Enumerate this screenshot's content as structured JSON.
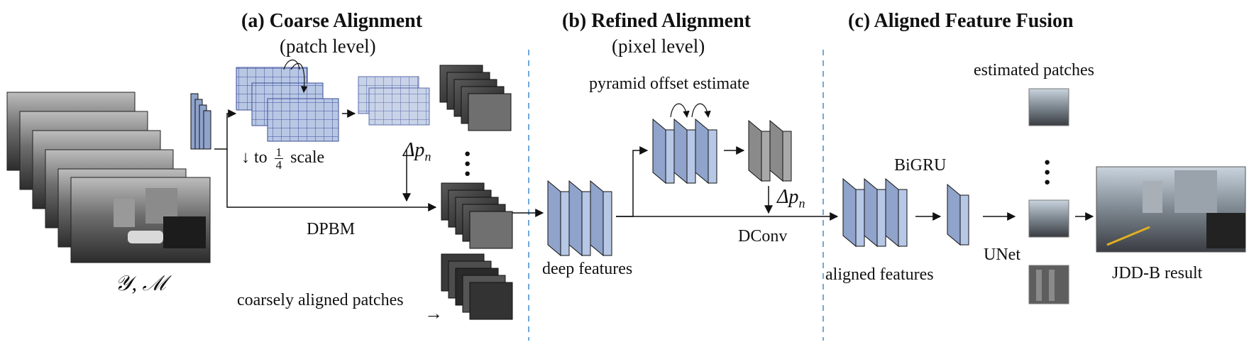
{
  "sections": {
    "coarse": {
      "title": "(a) Coarse Alignment",
      "subtitle": "(patch level)"
    },
    "refined": {
      "title": "(b) Refined Alignment",
      "subtitle": "(pixel level)"
    },
    "fusion": {
      "title": "(c) Aligned Feature Fusion"
    }
  },
  "labels": {
    "input": "𝒴, ℳ",
    "scale_prefix": "↓ to",
    "scale_num": "1",
    "scale_den": "4",
    "scale_suffix": "scale",
    "delta_p_1": "Δp",
    "delta_p_1_sub": "n",
    "dpbm": "DPBM",
    "coarse_patches": "coarsely aligned patches",
    "coarse_arrow": "→",
    "pyramid": "pyramid offset estimate",
    "delta_p_2": "Δp",
    "delta_p_2_sub": "n",
    "deep_features": "deep features",
    "dconv": "DConv",
    "aligned_features": "aligned features",
    "bigru": "BiGRU",
    "unet": "UNet",
    "estimated_patches": "estimated patches",
    "result": "JDD-B result"
  },
  "colors": {
    "feature_blue": "#8fa3cb",
    "feature_blue_side": "#b7c7e6",
    "offset_gray": "#8a8a8a",
    "divider": "#6fa8dc"
  }
}
